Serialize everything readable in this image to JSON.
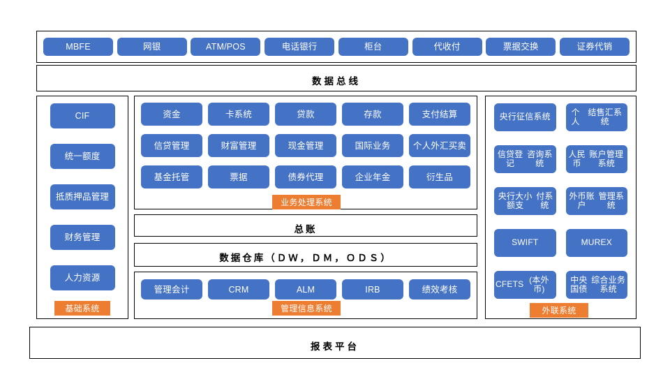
{
  "diagram": {
    "title": "银行应用系统架构图",
    "colors": {
      "node_blue": "#4472C4",
      "tag_orange": "#ED7D31",
      "border": "#000000",
      "background": "#FFFFFF",
      "node_text": "#FFFFFF"
    }
  },
  "channel_layer": {
    "items": [
      {
        "label": "MBFE"
      },
      {
        "label": "网银"
      },
      {
        "label": "ATM/POS"
      },
      {
        "label": "电话银行"
      },
      {
        "label": "柜台"
      },
      {
        "label": "代收付"
      },
      {
        "label": "票据交换"
      },
      {
        "label": "证券代销"
      }
    ]
  },
  "data_bus": {
    "title": "数据总线"
  },
  "foundation_layer": {
    "tag": "基础系统",
    "items": [
      {
        "label": "CIF"
      },
      {
        "label": "统一额度"
      },
      {
        "label": "抵质押品管\n理"
      },
      {
        "label": "财务管理"
      },
      {
        "label": "人力资源"
      }
    ]
  },
  "business_layer": {
    "tag": "业务处理系统",
    "items": [
      {
        "label": "资金"
      },
      {
        "label": "卡系统"
      },
      {
        "label": "贷款"
      },
      {
        "label": "存款"
      },
      {
        "label": "支付结算"
      },
      {
        "label": "信贷管理"
      },
      {
        "label": "财富管理"
      },
      {
        "label": "现金管理"
      },
      {
        "label": "国际业务"
      },
      {
        "label": "个人\n外汇买卖"
      },
      {
        "label": "基金托管"
      },
      {
        "label": "票据"
      },
      {
        "label": "债券代理"
      },
      {
        "label": "企业年金"
      },
      {
        "label": "衍生品"
      }
    ]
  },
  "ledger_layer": {
    "title": "总账"
  },
  "warehouse_layer": {
    "title": "数据仓库（ＤＷ，ＤＭ，ＯＤＳ）"
  },
  "mis_layer": {
    "tag": "管理信息系统",
    "items": [
      {
        "label": "管理会计"
      },
      {
        "label": "CRM"
      },
      {
        "label": "ALM"
      },
      {
        "label": "IRB"
      },
      {
        "label": "绩效考核"
      }
    ]
  },
  "external_layer": {
    "tag": "外联系统",
    "items": [
      {
        "label": "央行\n征信系统"
      },
      {
        "label": "个人\n结售汇系统"
      },
      {
        "label": "信贷登记\n咨询系统"
      },
      {
        "label": "人民币\n账户管理系统"
      },
      {
        "label": "央行大小额支\n付系统"
      },
      {
        "label": "外币账户\n管理系统"
      },
      {
        "label": "SWIFT"
      },
      {
        "label": "MUREX"
      },
      {
        "label": "CFETS\n(本外币)"
      },
      {
        "label": "中央国债\n综合业务系统"
      }
    ]
  },
  "report_layer": {
    "title": "报表平台"
  }
}
